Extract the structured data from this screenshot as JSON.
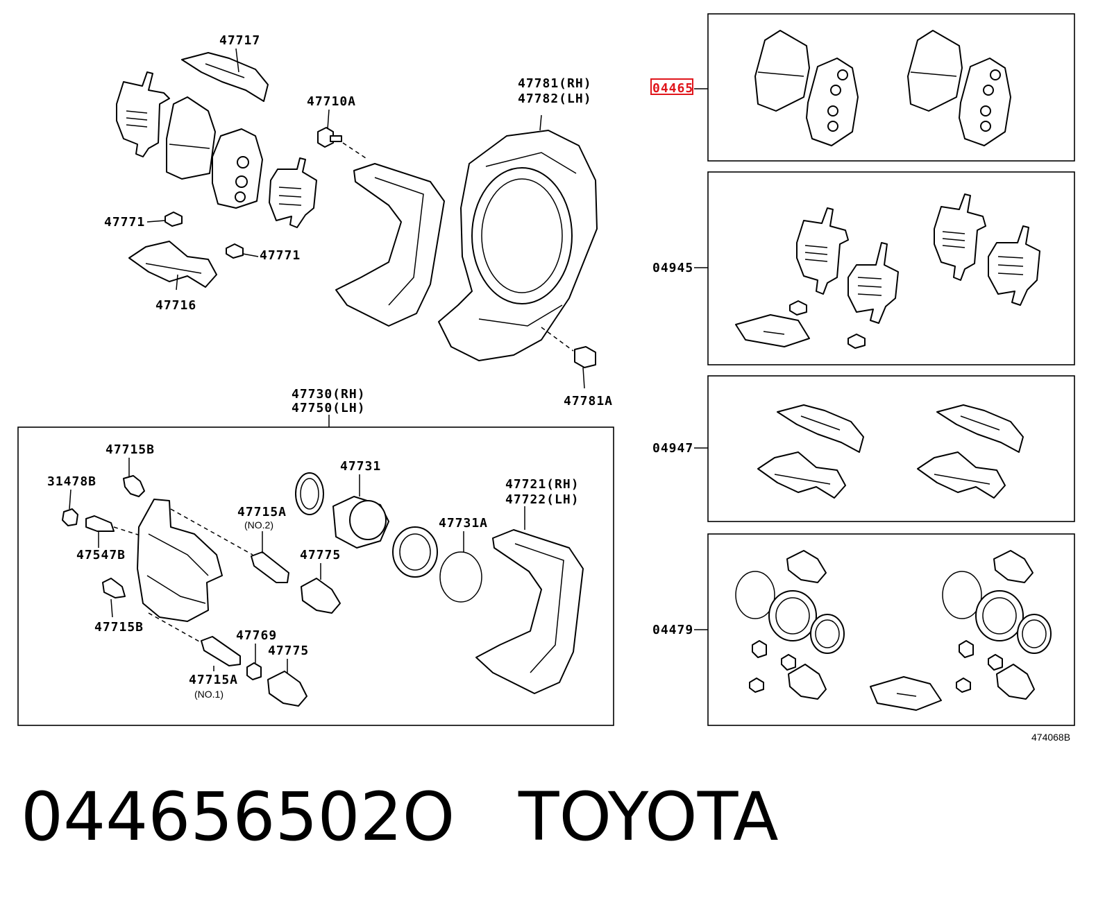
{
  "diagram": {
    "labels": {
      "l47717": "47717",
      "l47710A": "47710A",
      "l47781": "47781(RH)",
      "l47782": "47782(LH)",
      "l47771a": "47771",
      "l47771b": "47771",
      "l47716": "47716",
      "l47781A": "47781A",
      "l47730": "47730(RH)",
      "l47750": "47750(LH)",
      "l47715B_top": "47715B",
      "l31478B": "31478B",
      "l47731": "47731",
      "l47721": "47721(RH)",
      "l47722": "47722(LH)",
      "l47715A_2": "47715A",
      "no2": "(NO.2)",
      "l47547B": "47547B",
      "l47775a": "47775",
      "l47731A": "47731A",
      "l47715B_bot": "47715B",
      "l47769": "47769",
      "l47775b": "47775",
      "l47715A_1": "47715A",
      "no1": "(NO.1)"
    },
    "kits": {
      "k04465": "04465",
      "k04945": "04945",
      "k04947": "04947",
      "k04479": "04479"
    },
    "ref_code": "474068B",
    "highlight_color": "#e0151b"
  },
  "caption": {
    "part_number": "044656502O",
    "separator": "   ",
    "brand": "TOYOTA"
  }
}
